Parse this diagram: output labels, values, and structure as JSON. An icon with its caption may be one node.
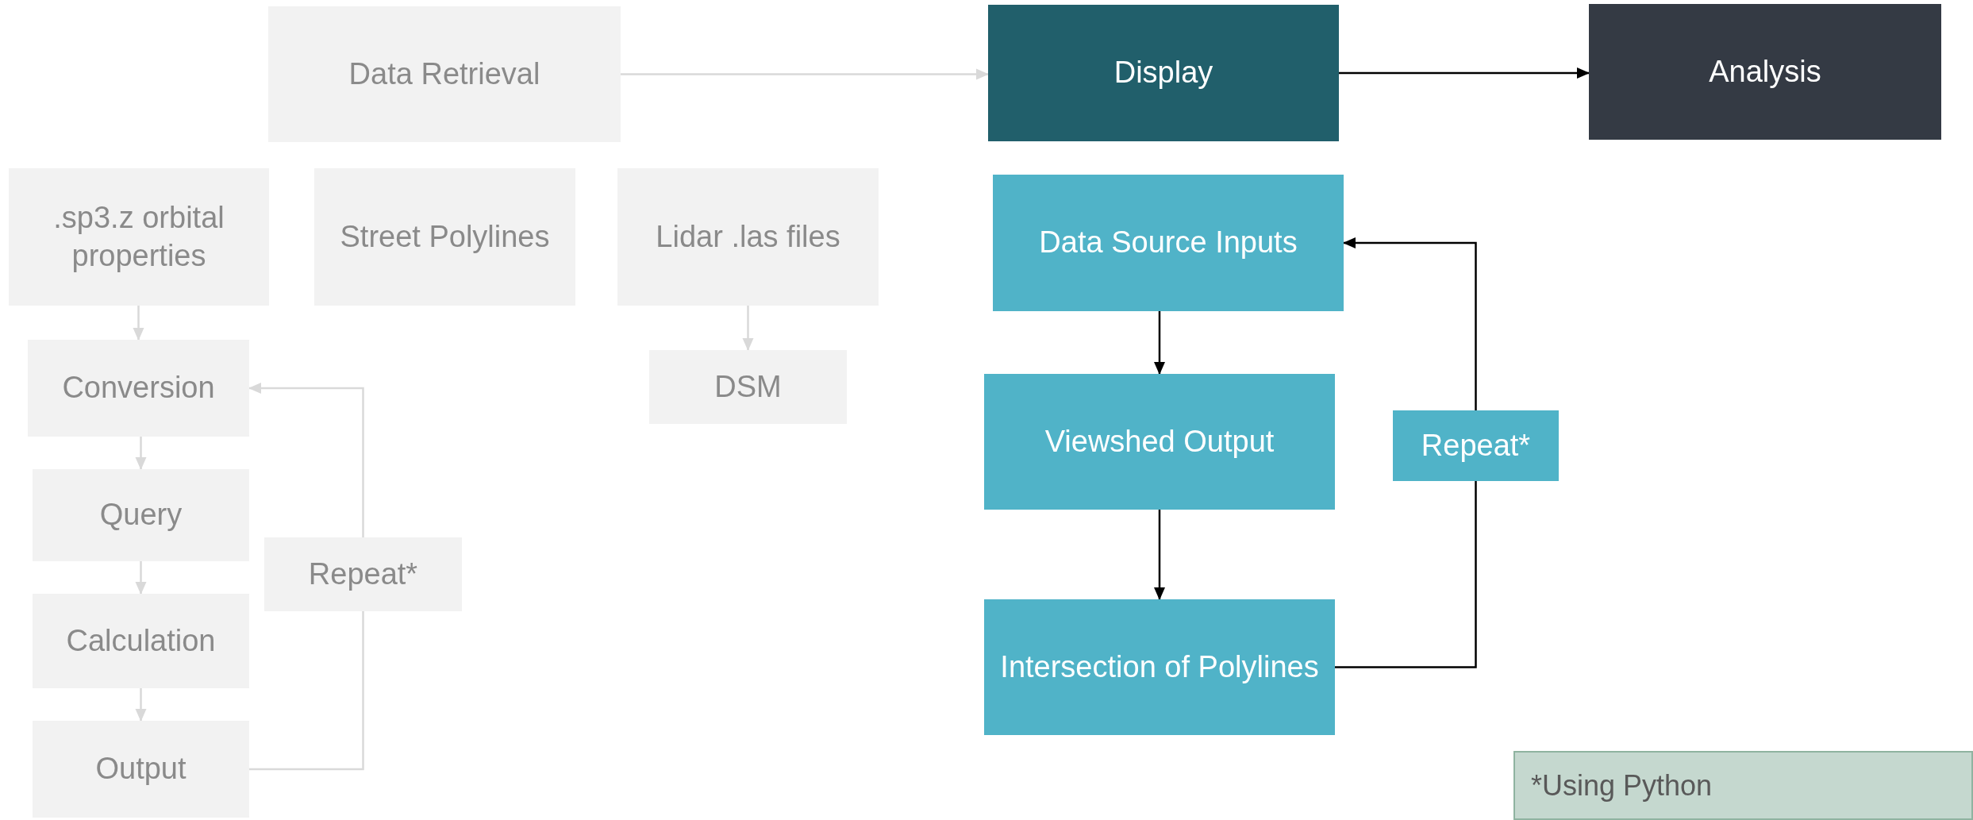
{
  "diagram": {
    "nodes": [
      {
        "text": [
          "Data Retrieval"
        ]
      },
      {
        "text": [
          "Display"
        ]
      },
      {
        "text": [
          "Analysis"
        ]
      },
      {
        "text": [
          ".sp3.z orbital properties"
        ]
      },
      {
        "text": [
          "Street Polylines"
        ]
      },
      {
        "text": [
          "Lidar .las files"
        ]
      },
      {
        "text": [
          "Data Source Inputs"
        ]
      },
      {
        "text": [
          "Conversion"
        ]
      },
      {
        "text": [
          "DSM"
        ]
      },
      {
        "text": [
          "Viewshed Output"
        ]
      },
      {
        "text": [
          "Repeat*"
        ]
      },
      {
        "text": [
          "Query"
        ]
      },
      {
        "text": [
          "Repeat*"
        ]
      },
      {
        "text": [
          "Calculation"
        ]
      },
      {
        "text": [
          "Intersection of Polylines"
        ]
      },
      {
        "text": [
          "Output"
        ]
      },
      {
        "text": [
          "*Using Python"
        ]
      }
    ],
    "edges": [
      {
        "from": 0,
        "to": 1,
        "arrow": "to"
      },
      {
        "from": 1,
        "to": 2,
        "arrow": "to",
        "color": "#000000"
      },
      {
        "from": 3,
        "to": 7,
        "arrow": "to"
      },
      {
        "from": 7,
        "to": 11,
        "arrow": "to"
      },
      {
        "from": 11,
        "to": 13,
        "arrow": "to"
      },
      {
        "from": 13,
        "to": 15,
        "arrow": "to"
      },
      {
        "from": 15,
        "to": 12,
        "arrow": "none"
      },
      {
        "from": 12,
        "to": 7,
        "arrow": "to"
      },
      {
        "from": 5,
        "to": 8,
        "arrow": "to"
      },
      {
        "from": 6,
        "to": 9,
        "arrow": "to",
        "color": "#000000"
      },
      {
        "from": 9,
        "to": 14,
        "arrow": "to",
        "color": "#000000"
      },
      {
        "from": 14,
        "to": 10,
        "arrow": "none",
        "color": "#000000"
      },
      {
        "from": 10,
        "to": 6,
        "arrow": "to",
        "color": "#000000"
      }
    ]
  }
}
